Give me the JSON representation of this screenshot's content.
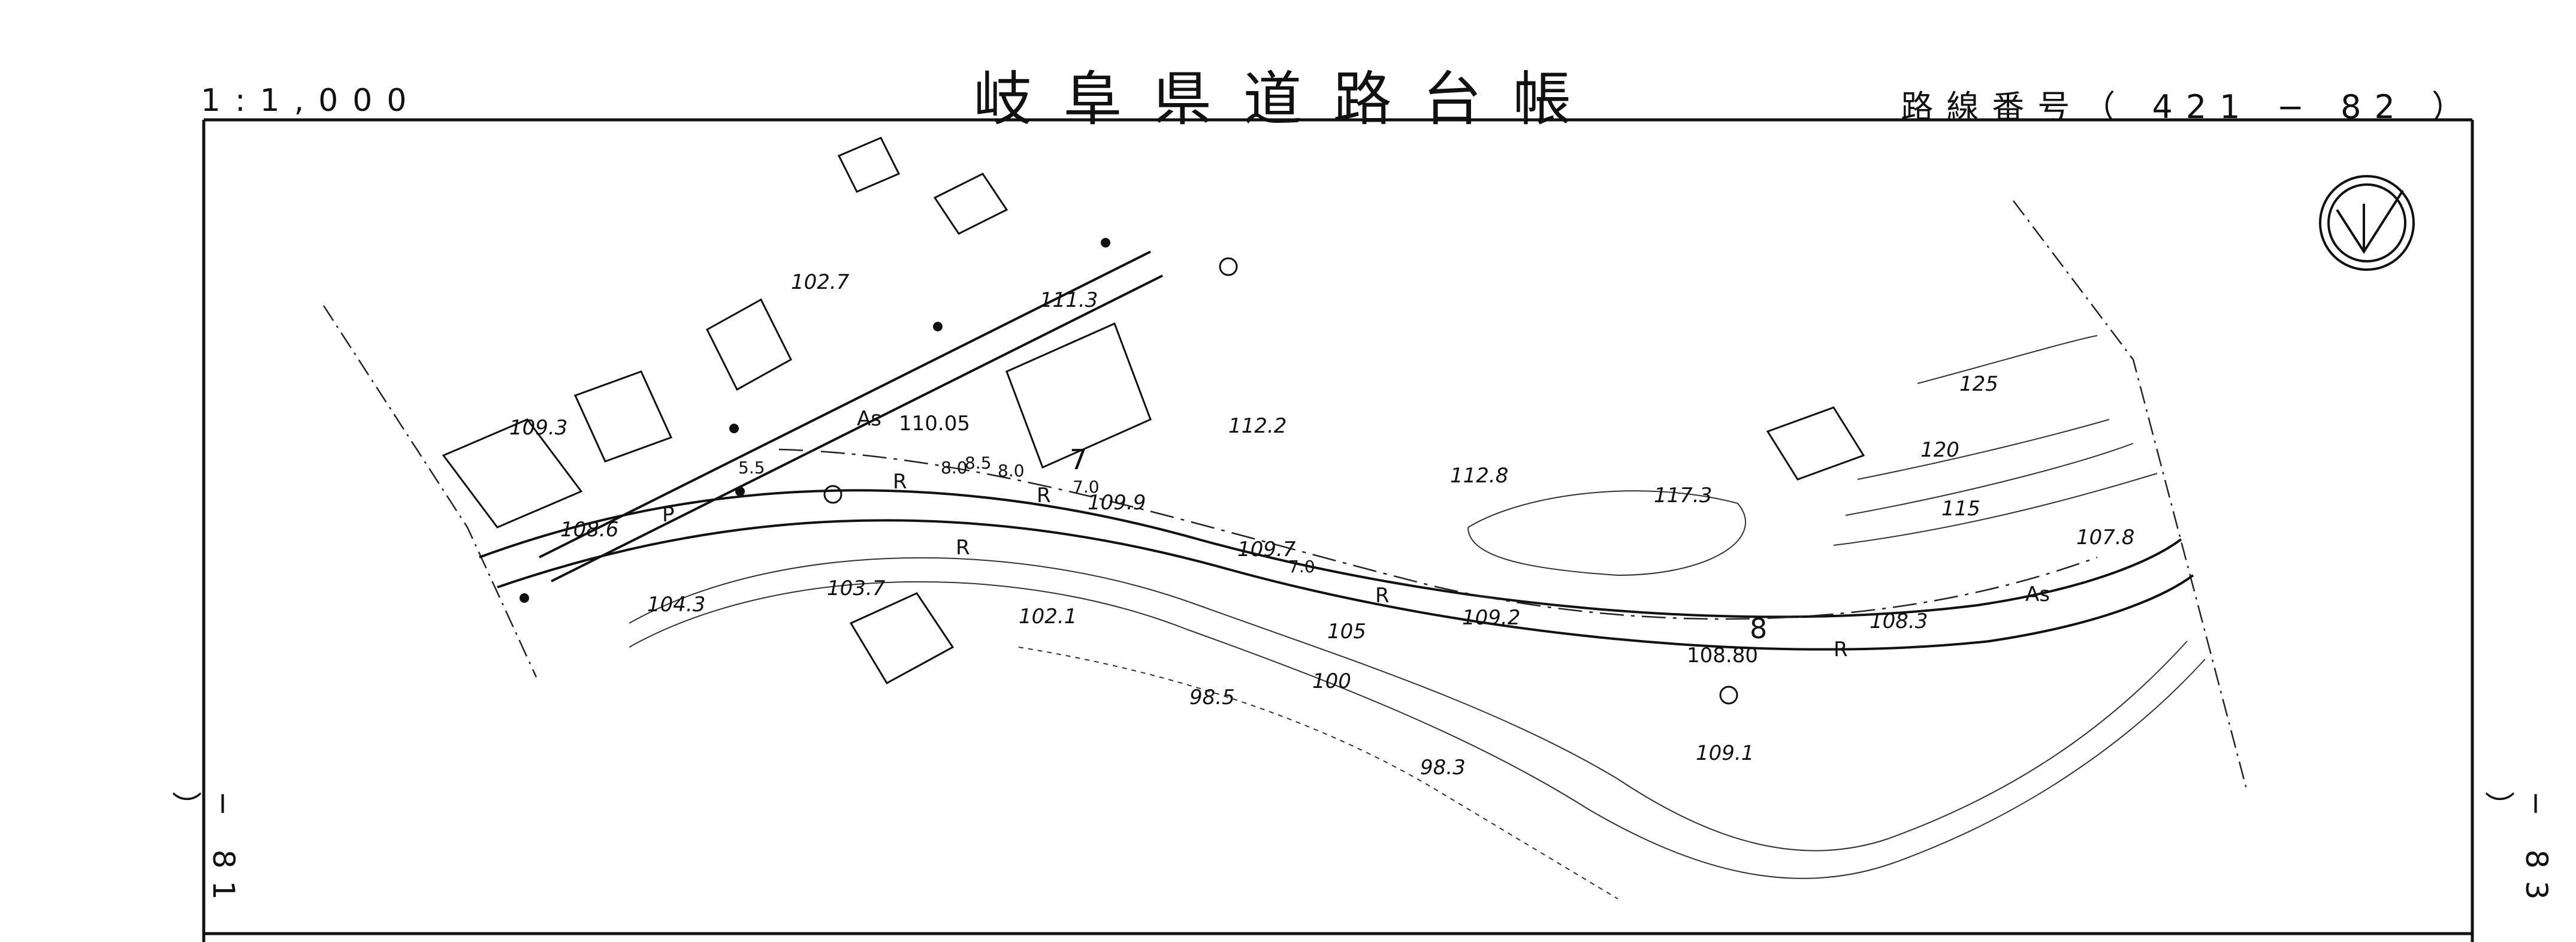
{
  "header": {
    "scale": "1:1,000",
    "title": "岐阜県道路台帳",
    "route_number": "路線番号（ 421 − 82 ）"
  },
  "side_labels": {
    "left": "− 81 ）",
    "right": "− 83 ）"
  },
  "map": {
    "elevation_labels": [
      {
        "text": "102.7"
      },
      {
        "text": "111.3"
      },
      {
        "text": "109.3"
      },
      {
        "text": "110.05"
      },
      {
        "text": "112.2"
      },
      {
        "text": "112.8"
      },
      {
        "text": "117.3"
      },
      {
        "text": "109.9"
      },
      {
        "text": "108.6"
      },
      {
        "text": "103.7"
      },
      {
        "text": "104.3"
      },
      {
        "text": "102.1"
      },
      {
        "text": "109.7"
      },
      {
        "text": "105"
      },
      {
        "text": "100"
      },
      {
        "text": "98.5"
      },
      {
        "text": "98.3"
      },
      {
        "text": "109.2"
      },
      {
        "text": "108.80"
      },
      {
        "text": "108.3"
      },
      {
        "text": "109.1"
      },
      {
        "text": "107.8"
      },
      {
        "text": "125"
      },
      {
        "text": "120"
      },
      {
        "text": "115"
      }
    ],
    "surface_labels": [
      {
        "text": "As"
      },
      {
        "text": "As"
      },
      {
        "text": "R"
      },
      {
        "text": "R"
      },
      {
        "text": "R"
      },
      {
        "text": "R"
      },
      {
        "text": "R"
      },
      {
        "text": "P"
      }
    ],
    "station_labels": [
      {
        "text": "7"
      },
      {
        "text": "8"
      },
      {
        "text": "5.5"
      },
      {
        "text": "8.0"
      },
      {
        "text": "8.5"
      },
      {
        "text": "8.0"
      },
      {
        "text": "7.0"
      },
      {
        "text": "7.0"
      }
    ],
    "north_symbol": "north-arrow"
  }
}
